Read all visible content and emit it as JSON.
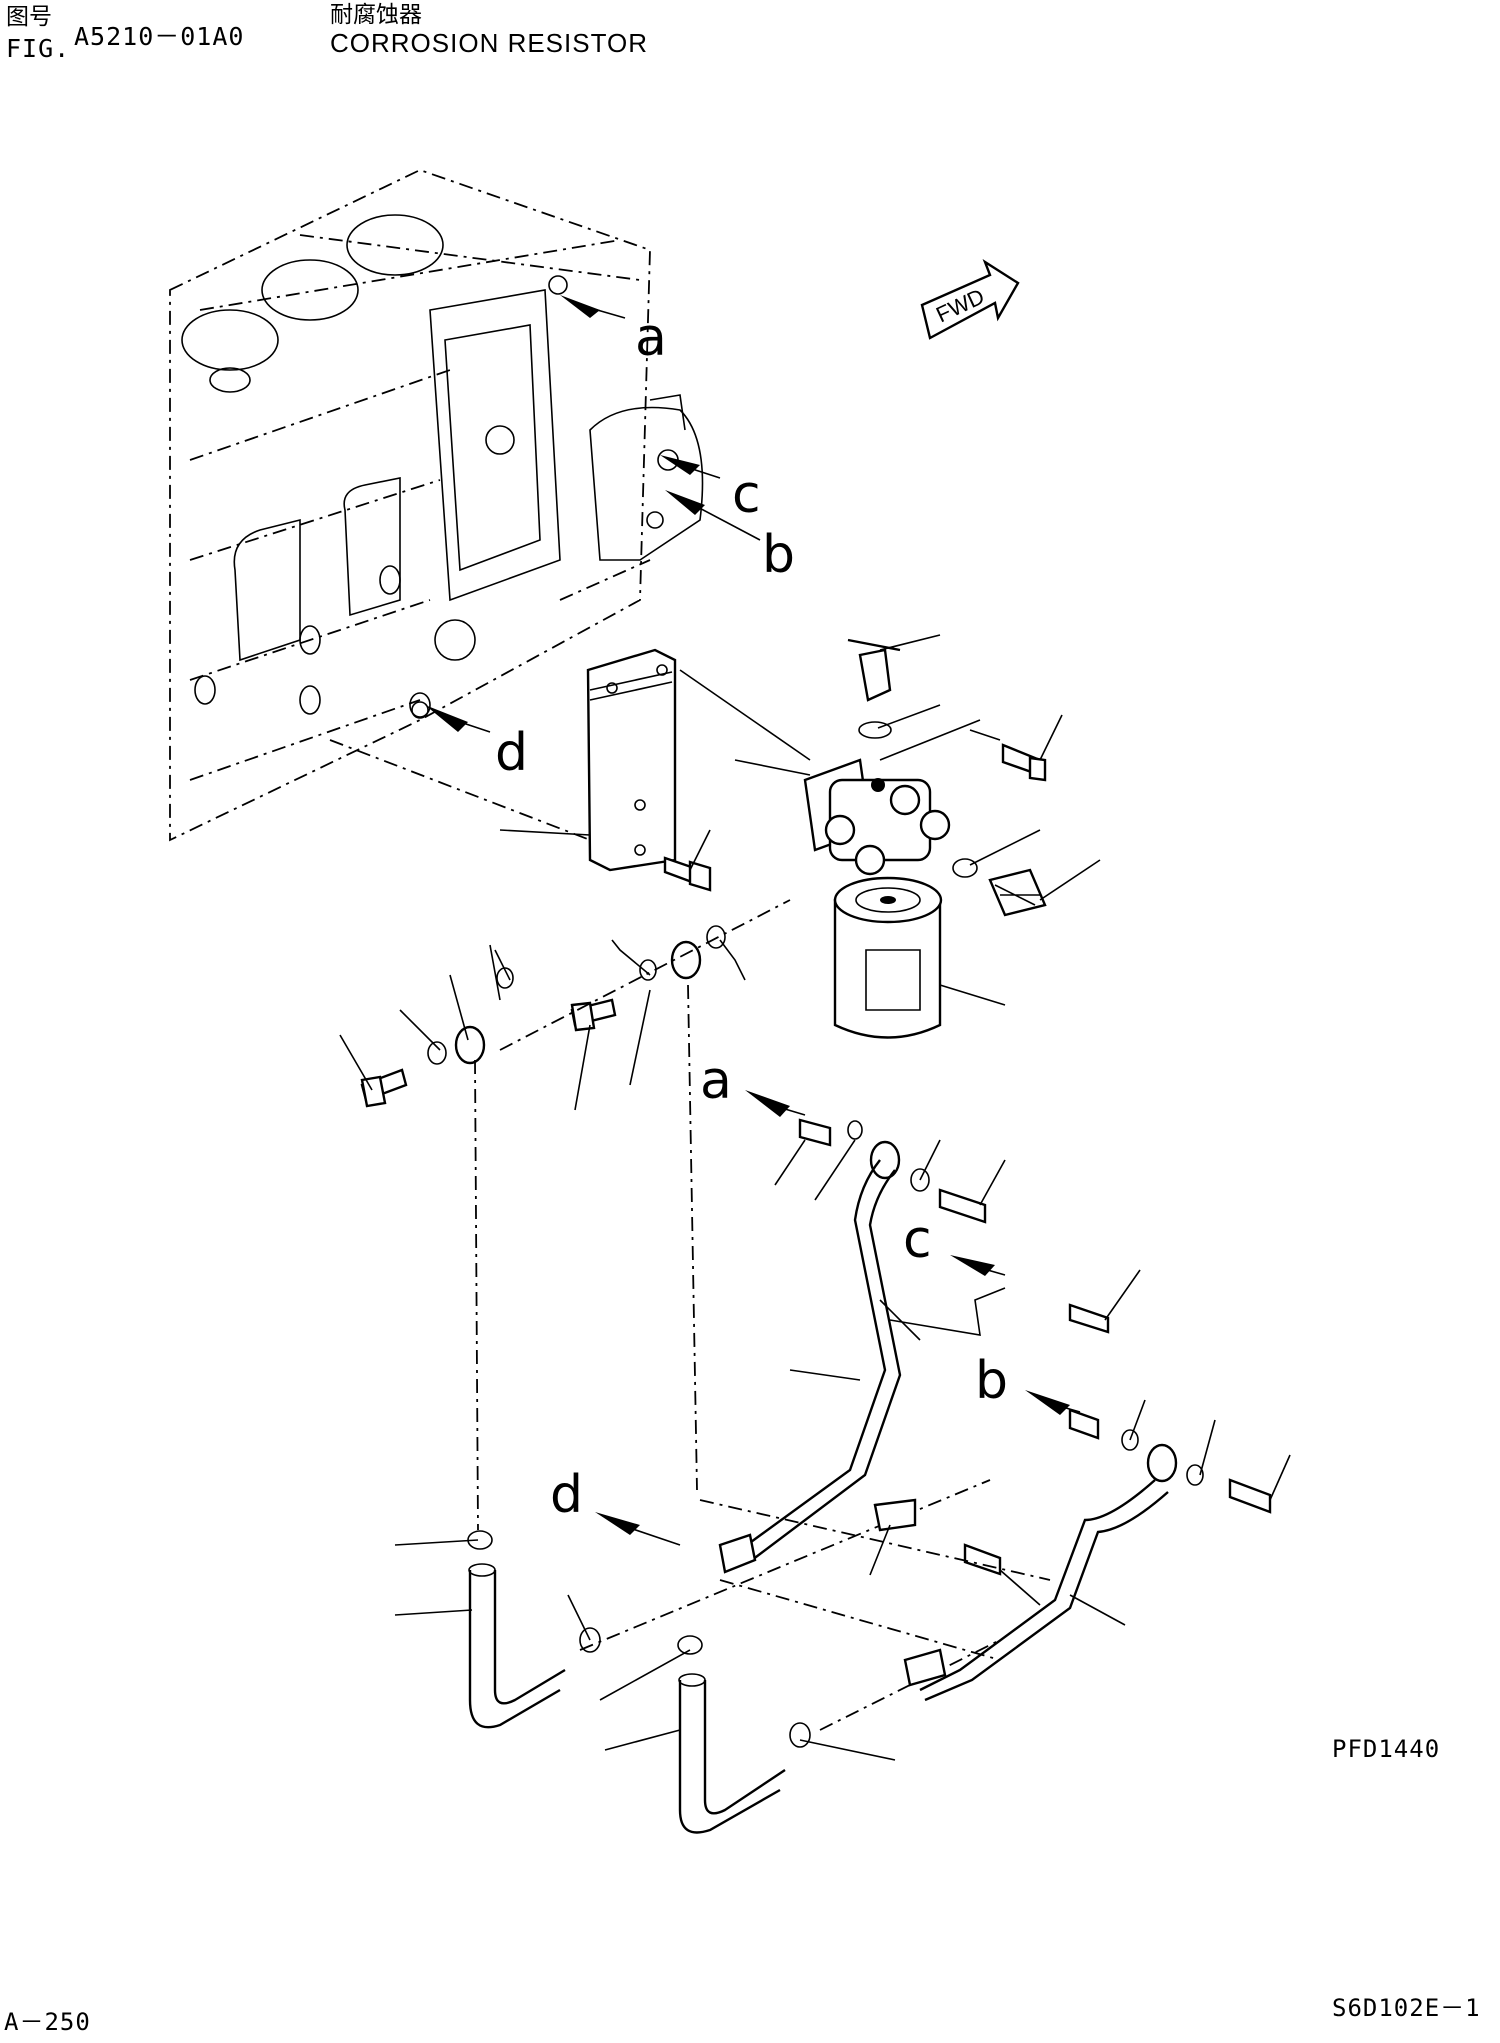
{
  "header": {
    "fig_label_cjk": "图号",
    "fig_label": "FIG.",
    "fig_number": "A5210－01A0",
    "title_cjk": "耐腐蚀器",
    "title": "CORROSION RESISTOR"
  },
  "callouts": {
    "a": "a",
    "b": "b",
    "c": "c",
    "d": "d"
  },
  "direction_marker": "FWD",
  "drawing_code": "PFD1440",
  "footer": {
    "page": "A－250",
    "model": "S6D102E－1"
  }
}
